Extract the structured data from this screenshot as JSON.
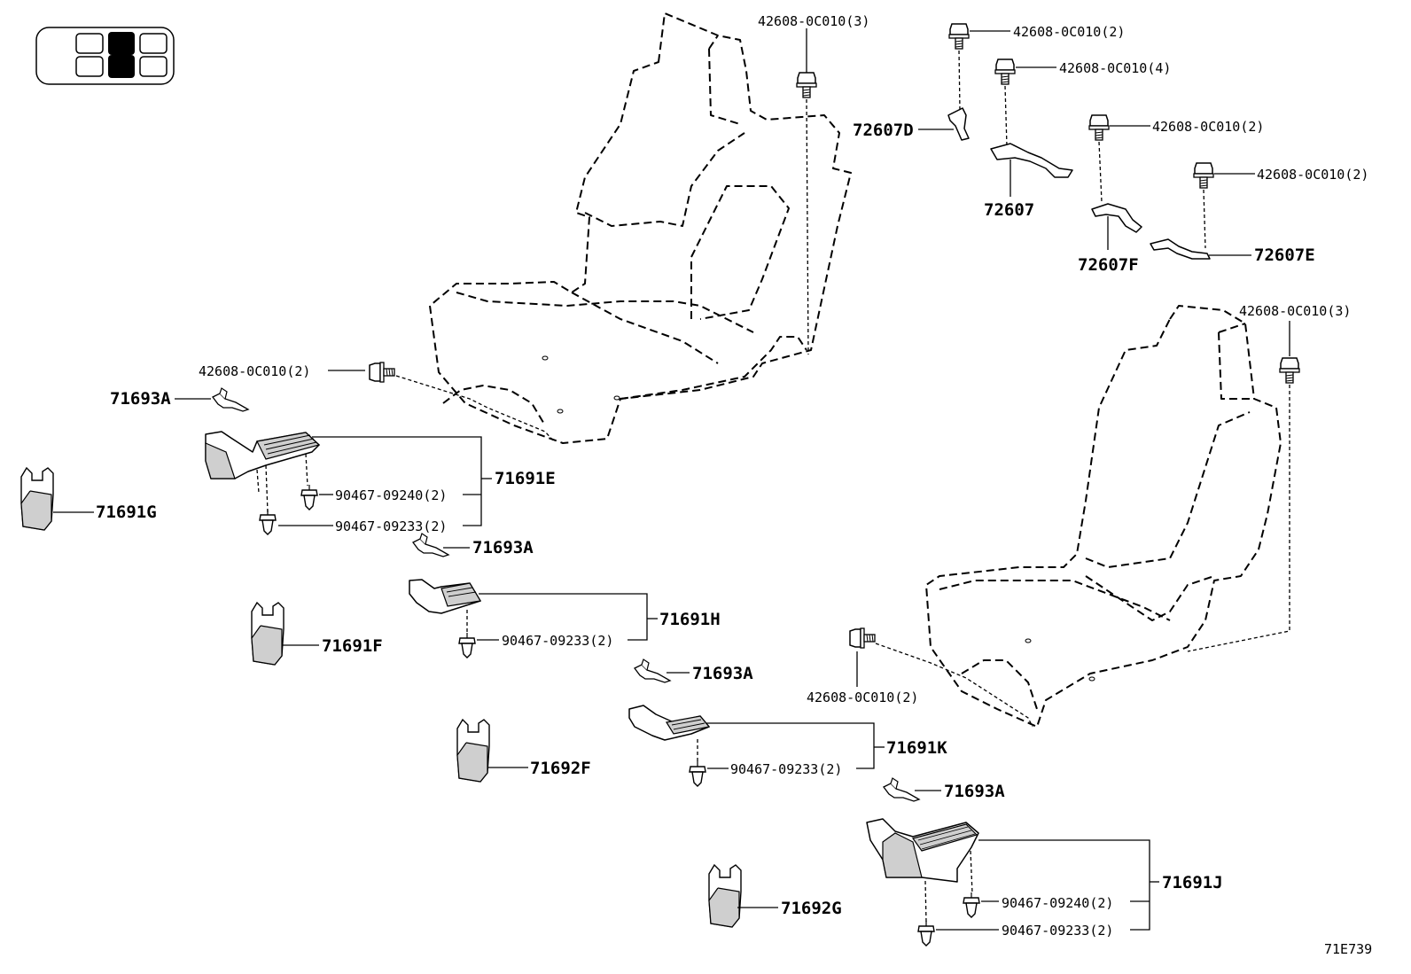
{
  "diagram_id": "71E739",
  "callouts": {
    "bolt_top_seat": "42608-0C010(3)",
    "bolt_7260d": "42608-0C010(2)",
    "bolt_72607": "42608-0C010(4)",
    "bolt_72607f": "42608-0C010(2)",
    "bolt_72607e": "42608-0C010(2)",
    "bolt_right_seat_top": "42608-0C010(3)",
    "bolt_left_seat_side": "42608-0C010(2)",
    "bolt_right_seat_side": "42608-0C010(2)",
    "clip_e_240": "90467-09240(2)",
    "clip_e_233": "90467-09233(2)",
    "clip_h_233": "90467-09233(2)",
    "clip_k_233": "90467-09233(2)",
    "clip_j_240": "90467-09240(2)",
    "clip_j_233": "90467-09233(2)"
  },
  "parts": {
    "p72607D": "72607D",
    "p72607": "72607",
    "p72607F": "72607F",
    "p72607E": "72607E",
    "p71693A_1": "71693A",
    "p71693A_2": "71693A",
    "p71693A_3": "71693A",
    "p71693A_4": "71693A",
    "p71691E": "71691E",
    "p71691G": "71691G",
    "p71691H": "71691H",
    "p71691F": "71691F",
    "p71691K": "71691K",
    "p71692F": "71692F",
    "p71691J": "71691J",
    "p71692G": "71692G"
  }
}
